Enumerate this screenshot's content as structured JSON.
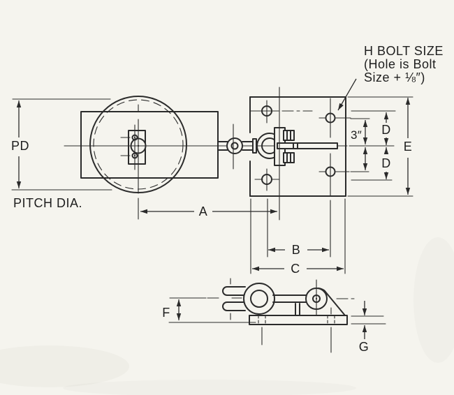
{
  "colors": {
    "paper": "#f5f4ee",
    "ink": "#2b2b2b"
  },
  "callout": {
    "line1": "H BOLT SIZE",
    "line2": "(Hole is Bolt",
    "line3": "Size + ⅛″)"
  },
  "labels": {
    "pd": "PD",
    "pitch_dia": "PITCH DIA.",
    "dim_a": "A",
    "dim_b": "B",
    "dim_c": "C",
    "dim_d_upper": "D",
    "dim_d_lower": "D",
    "dim_e": "E",
    "dim_f": "F",
    "dim_g": "G",
    "dim_3in": "3″"
  }
}
